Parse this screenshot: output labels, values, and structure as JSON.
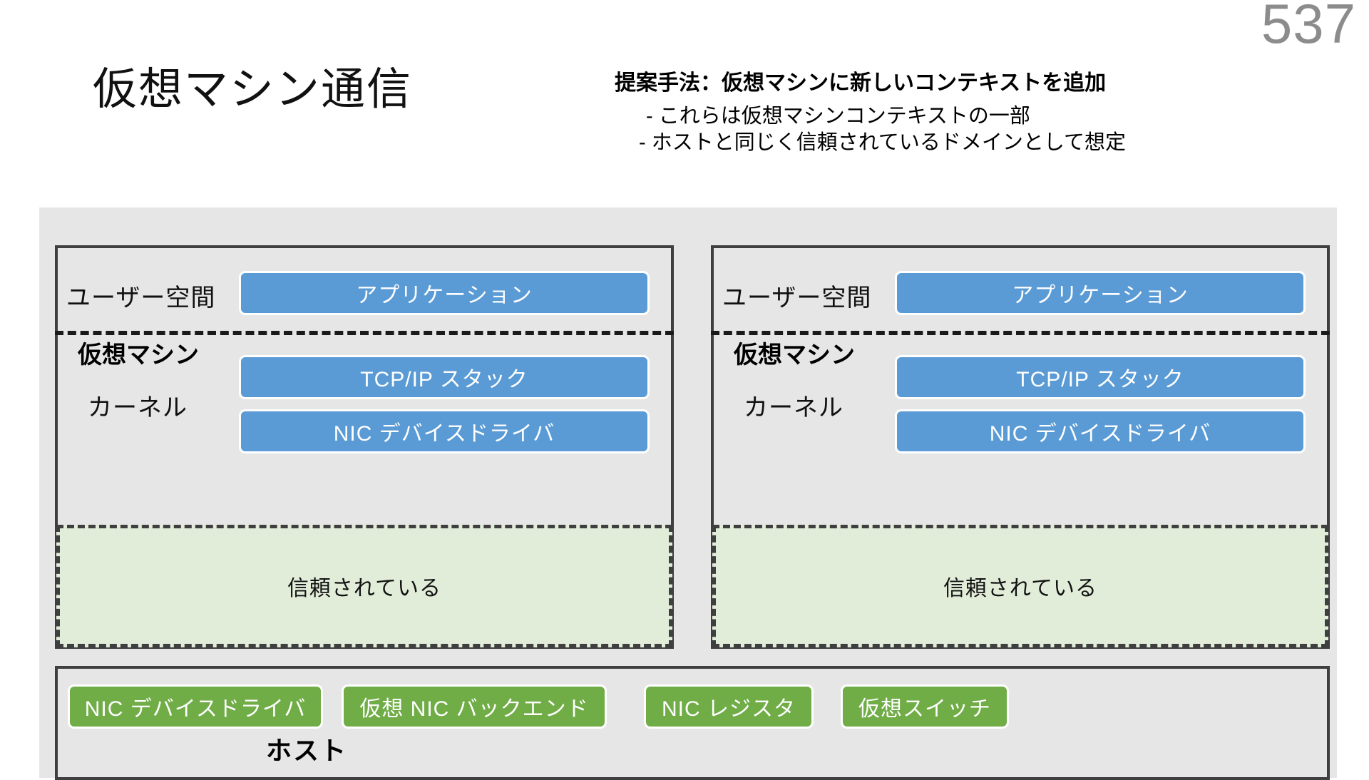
{
  "slide": {
    "number": "537",
    "title": "仮想マシン通信"
  },
  "header": {
    "heading": "提案手法：仮想マシンに新しいコンテキストを追加",
    "bullets": [
      "- これらは仮想マシンコンテキストの一部",
      "- ホストと同じく信頼されているドメインとして想定"
    ]
  },
  "colors": {
    "panel_bg": "#e6e6e6",
    "border": "#3f3f3f",
    "blue_box": "#5b9bd5",
    "green_box": "#70ad47",
    "trusted_bg": "#e2edd9",
    "slide_number": "#8c8c8c"
  },
  "diagram": {
    "vms": [
      {
        "name": "仮想マシン",
        "userspace_label": "ユーザー空間",
        "kernel_label": "カーネル",
        "boxes": [
          "アプリケーション",
          "TCP/IP スタック",
          "NIC デバイスドライバ"
        ],
        "trusted_label": "信頼されている"
      },
      {
        "name": "仮想マシン",
        "userspace_label": "ユーザー空間",
        "kernel_label": "カーネル",
        "boxes": [
          "アプリケーション",
          "TCP/IP スタック",
          "NIC デバイスドライバ"
        ],
        "trusted_label": "信頼されている"
      }
    ],
    "host": {
      "label": "ホスト",
      "components": [
        "NIC デバイスドライバ",
        "仮想 NIC バックエンド",
        "NIC レジスタ",
        "仮想スイッチ"
      ]
    }
  }
}
